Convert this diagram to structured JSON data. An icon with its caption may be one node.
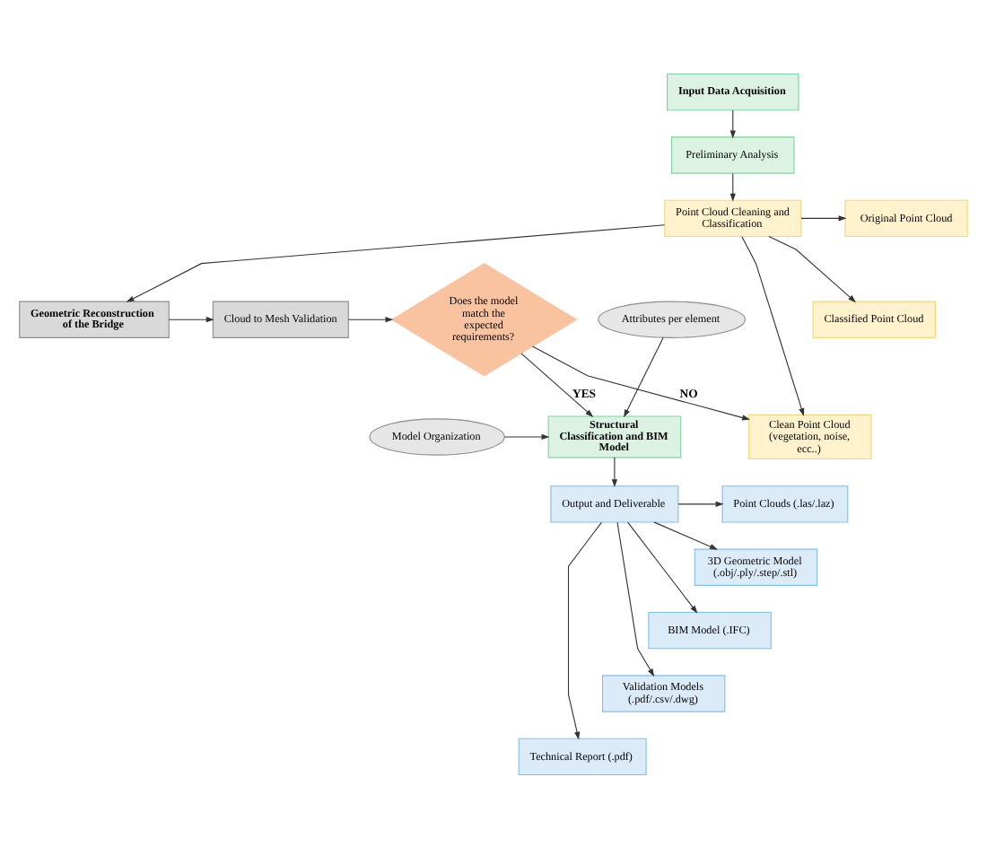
{
  "diagram": {
    "nodes": [
      {
        "text": [
          "Input Data Acquisition"
        ]
      },
      {
        "text": [
          "Preliminary Analysis"
        ]
      },
      {
        "text": [
          "Point Cloud Cleaning and Classification"
        ]
      },
      {
        "text": [
          "Original Point Cloud"
        ]
      },
      {
        "text": [
          "Classified Point Cloud"
        ]
      },
      {
        "text": [
          "Clean Point Cloud (vegetation, noise, ecc..)"
        ]
      },
      {
        "text": [
          "Geometric Reconstruction of the Bridge"
        ]
      },
      {
        "text": [
          "Cloud to Mesh Validation"
        ]
      },
      {
        "text": [
          "Does the model match the expected requirements?"
        ]
      },
      {
        "text": [
          "Model Organization"
        ]
      },
      {
        "text": [
          "Attributes per element"
        ]
      },
      {
        "text": [
          "Structural Classification and BIM Model"
        ]
      },
      {
        "text": [
          "Output and Deliverable"
        ]
      },
      {
        "text": [
          "Point Clouds (.las/.laz)"
        ]
      },
      {
        "text": [
          "3D Geometric Model (.obj/.ply/.step/.stl)"
        ]
      },
      {
        "text": [
          "BIM Model (.IFC)"
        ]
      },
      {
        "text": [
          "Validation Models (.pdf/.csv/.dwg)"
        ]
      },
      {
        "text": [
          "Technical Report (.pdf)"
        ]
      }
    ],
    "edges": [
      {
        "from": 0,
        "to": 1,
        "arrow": "to"
      },
      {
        "from": 1,
        "to": 2,
        "arrow": "to"
      },
      {
        "from": 2,
        "to": 3,
        "arrow": "to"
      },
      {
        "from": 2,
        "to": 4,
        "arrow": "to"
      },
      {
        "from": 2,
        "to": 5,
        "arrow": "to"
      },
      {
        "from": 2,
        "to": 6,
        "arrow": "to"
      },
      {
        "from": 6,
        "to": 7,
        "arrow": "to"
      },
      {
        "from": 7,
        "to": 8,
        "arrow": "to"
      },
      {
        "from": 8,
        "to": 5,
        "arrow": "to",
        "label": "NO"
      },
      {
        "from": 8,
        "to": 11,
        "arrow": "to",
        "label": "YES"
      },
      {
        "from": 9,
        "to": 11,
        "arrow": "to"
      },
      {
        "from": 10,
        "to": 11,
        "arrow": "to"
      },
      {
        "from": 11,
        "to": 12,
        "arrow": "to"
      },
      {
        "from": 12,
        "to": 13,
        "arrow": "to"
      },
      {
        "from": 12,
        "to": 14,
        "arrow": "to"
      },
      {
        "from": 12,
        "to": 15,
        "arrow": "to"
      },
      {
        "from": 12,
        "to": 16,
        "arrow": "to"
      },
      {
        "from": 12,
        "to": 17,
        "arrow": "to"
      }
    ]
  }
}
